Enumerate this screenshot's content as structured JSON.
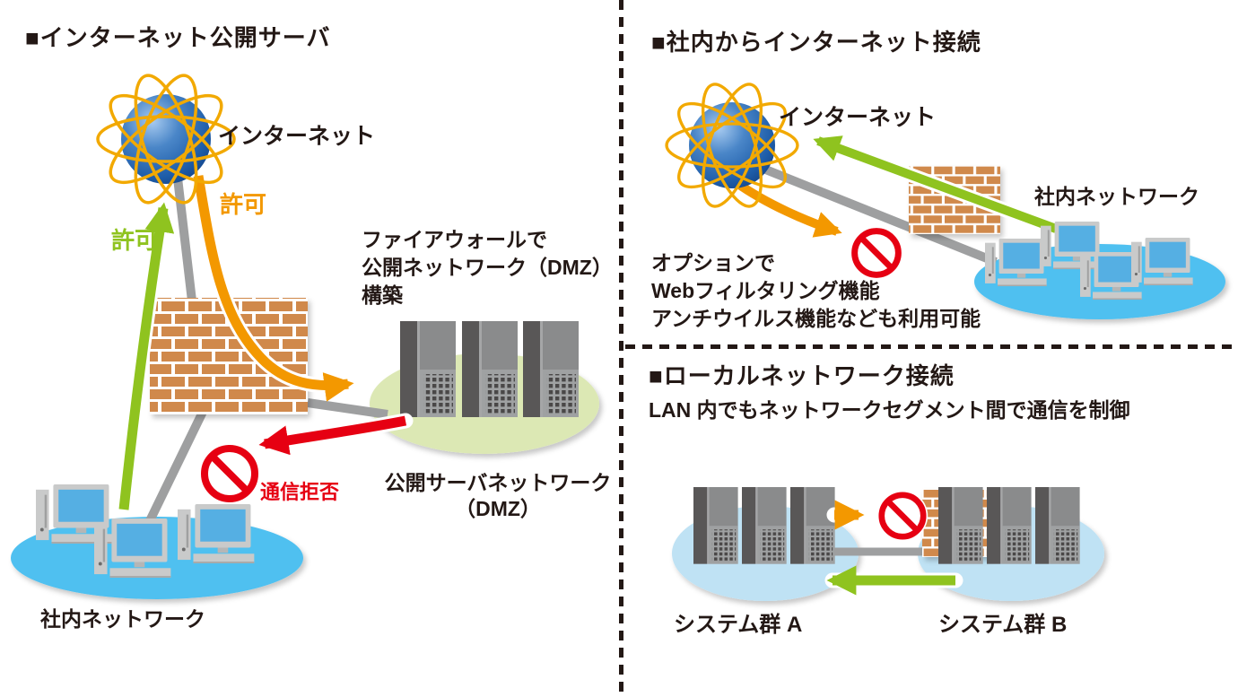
{
  "panels": {
    "left": {
      "title": "■インターネット公開サーバ",
      "internet_label": "インターネット",
      "permit_out_label": "許可",
      "permit_in_label": "許可",
      "firewall_note": "ファイアウォールで\n公開ネットワーク（DMZ）\n構築",
      "dmz_label": "公開サーバネットワーク\n（DMZ）",
      "deny_label": "通信拒否",
      "lan_label": "社内ネットワーク"
    },
    "topRight": {
      "title": "■社内からインターネット接続",
      "internet_label": "インターネット",
      "lan_label": "社内ネットワーク",
      "option_note": "オプションで\nWebフィルタリング機能\nアンチウイルス機能なども利用可能"
    },
    "bottomRight": {
      "title": "■ローカルネットワーク接続",
      "subtitle": "LAN 内でもネットワークセグメント間で通信を制御",
      "system_a_label": "システム群 A",
      "system_b_label": "システム群 B"
    }
  },
  "colors": {
    "text": "#231815",
    "permit_green": "#8FC31F",
    "permit_orange": "#F39800",
    "deny_red": "#E60012",
    "cable_gray": "#9E9FA0",
    "brick": "#D0894B",
    "lan_ellipse_blue": "#4FC0F0",
    "dmz_ellipse_green": "#DCE8B4",
    "segment_ellipse_blue": "#BFE2F4",
    "globe_blue": "#1D5CA8",
    "globe_orbit_yellow": "#F2A900"
  },
  "icons": {
    "globe": "internet-globe-icon",
    "firewall": "brick-firewall-icon",
    "prohibited": "no-entry-icon",
    "server": "server-tower-icon",
    "pc": "desktop-pc-icon"
  }
}
